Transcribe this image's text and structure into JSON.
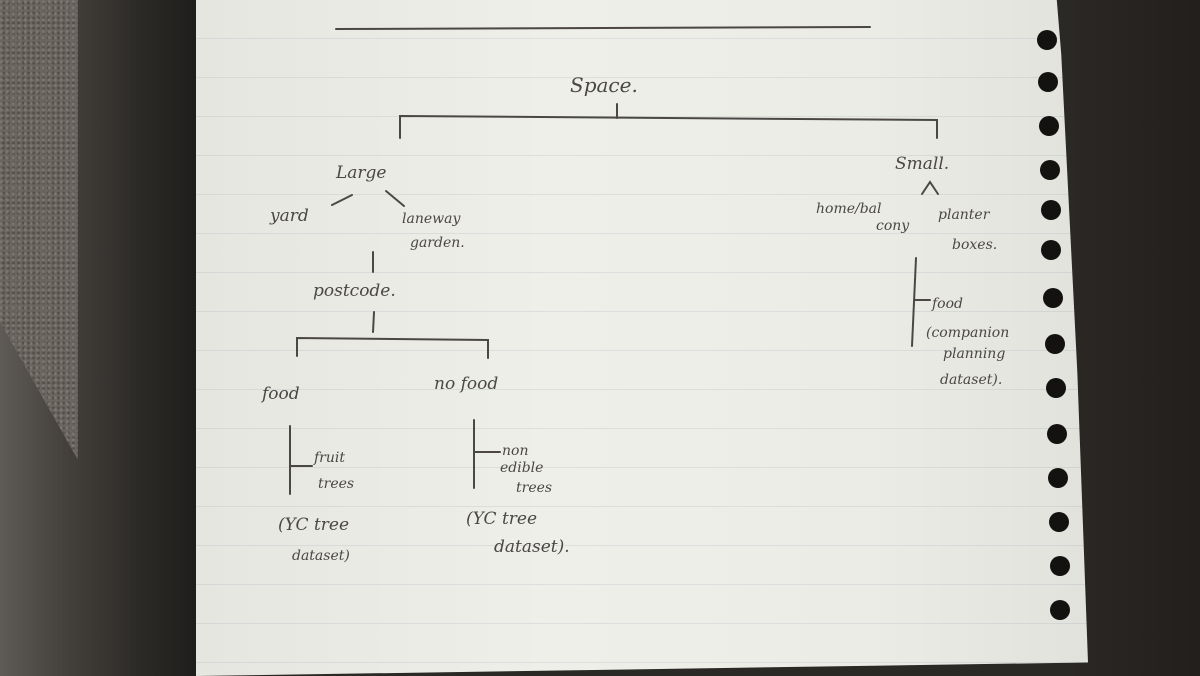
{
  "nodes": {
    "root": "Space.",
    "large": "Large",
    "small": "Small.",
    "yard": "yard",
    "laneway_garden": [
      "laneway",
      "garden."
    ],
    "home_balcony": [
      "home/bal",
      "cony"
    ],
    "planter_boxes": [
      "planter",
      "boxes."
    ],
    "postcode": "postcode.",
    "food": "food",
    "no_food": "no food",
    "fruit_trees": [
      "fruit",
      "trees"
    ],
    "fruit_dataset": [
      "(YC tree",
      "dataset)"
    ],
    "non_edible_trees": [
      "non",
      "edible",
      "trees"
    ],
    "non_edible_dataset": [
      "(YC tree",
      "dataset)."
    ],
    "small_food": [
      "food",
      "(companion",
      "planning",
      "dataset)."
    ]
  },
  "colors": {
    "paper": "#ecece6",
    "ink": "#4a4744",
    "background": "#2b2926"
  }
}
